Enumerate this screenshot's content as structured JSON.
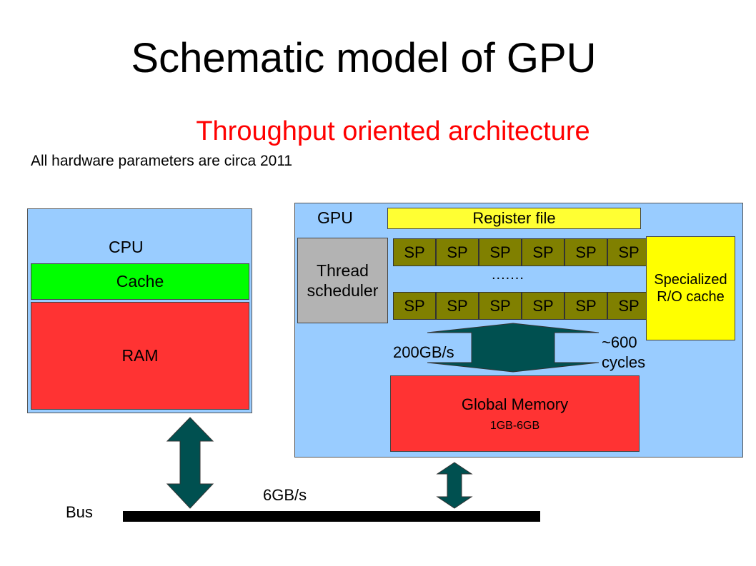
{
  "title": "Schematic model of GPU",
  "subtitle": "Throughput oriented architecture",
  "note": "All hardware parameters are circa 2011",
  "cpu": {
    "label": "CPU",
    "cache": "Cache",
    "ram": "RAM"
  },
  "gpu": {
    "label": "GPU",
    "register_file": "Register file",
    "thread_scheduler_line1": "Thread",
    "thread_scheduler_line2": "scheduler",
    "sp_rows": [
      [
        "SP",
        "SP",
        "SP",
        "SP",
        "SP",
        "SP"
      ],
      [
        "SP",
        "SP",
        "SP",
        "SP",
        "SP",
        "SP"
      ]
    ],
    "ellipsis": ".......",
    "ro_cache_line1": "Specialized",
    "ro_cache_line2": "R/O cache",
    "bandwidth": "200GB/s",
    "latency_line1": "~600",
    "latency_line2": "cycles",
    "global_memory": "Global Memory",
    "global_memory_size": "1GB-6GB"
  },
  "bus": {
    "label": "Bus",
    "bandwidth": "6GB/s"
  },
  "colors": {
    "title_text": "#000000",
    "subtitle_text": "#ff0000",
    "panel_bg": "#99ccff",
    "cache": "#00ff00",
    "ram": "#ff3333",
    "register_file": "#ffff33",
    "thread_scheduler": "#b3b3b3",
    "sp": "#808000",
    "ro_cache": "#ffff00",
    "global_memory": "#ff3333",
    "arrow": "#005050",
    "bus": "#000000"
  }
}
